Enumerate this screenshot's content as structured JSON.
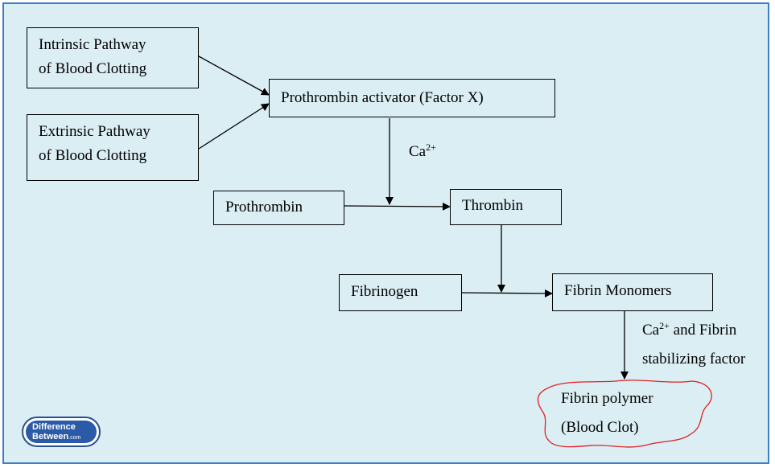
{
  "diagram": {
    "intrinsic": {
      "line1": "Intrinsic Pathway",
      "line2": "of Blood Clotting"
    },
    "extrinsic": {
      "line1": "Extrinsic Pathway",
      "line2": "of Blood Clotting"
    },
    "activator": "Prothrombin activator (Factor X)",
    "ca_label": {
      "text": "Ca",
      "sup": "2+"
    },
    "prothrombin": "Prothrombin",
    "thrombin": "Thrombin",
    "fibrinogen": "Fibrinogen",
    "monomers": "Fibrin Monomers",
    "stabilizing_label": {
      "ca": "Ca",
      "sup": "2+",
      "rest": " and Fibrin",
      "line2": "stabilizing factor"
    },
    "polymer": {
      "line1": "Fibrin polymer",
      "line2": "(Blood Clot)"
    }
  },
  "logo": {
    "line1_a": "Diffe",
    "line1_b": "rence",
    "line2": "Between",
    "suffix": ".com"
  },
  "colors": {
    "frame_border": "#3f7fc1",
    "background": "#dbeef4",
    "cloud_outline": "#e02020",
    "logo_blue": "#2a5aa8"
  }
}
